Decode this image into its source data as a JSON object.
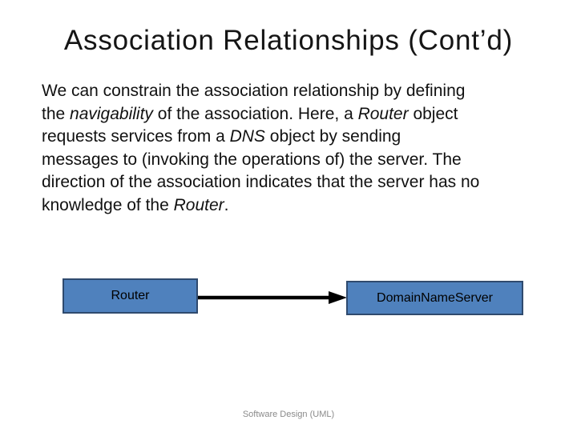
{
  "slide": {
    "title": "Association Relationships (Cont’d)",
    "footer": "Software Design (UML)"
  },
  "body": {
    "lines": {
      "l1": {
        "s1": "We can constrain the association relationship by defining"
      },
      "l2": {
        "s1": "the ",
        "s2": "navigability",
        "s3": " of the association. Here, a ",
        "s4": "Router",
        "s5": " object"
      },
      "l3": {
        "s1": "requests services from a ",
        "s2": "DNS",
        "s3": " object by sending"
      },
      "l4": {
        "s1": "messages to (invoking the operations of) the server. The"
      },
      "l5": {
        "s1": "direction of the association indicates that the server has no"
      },
      "l6": {
        "s1": "knowledge of the ",
        "s2": "Router",
        "s3": "."
      }
    }
  },
  "diagram": {
    "router_label": "Router",
    "dns_label": "DomainNameServer",
    "box_fill": "#4f81bd",
    "box_border": "#2f4a6e",
    "arrow_color": "#000000"
  }
}
